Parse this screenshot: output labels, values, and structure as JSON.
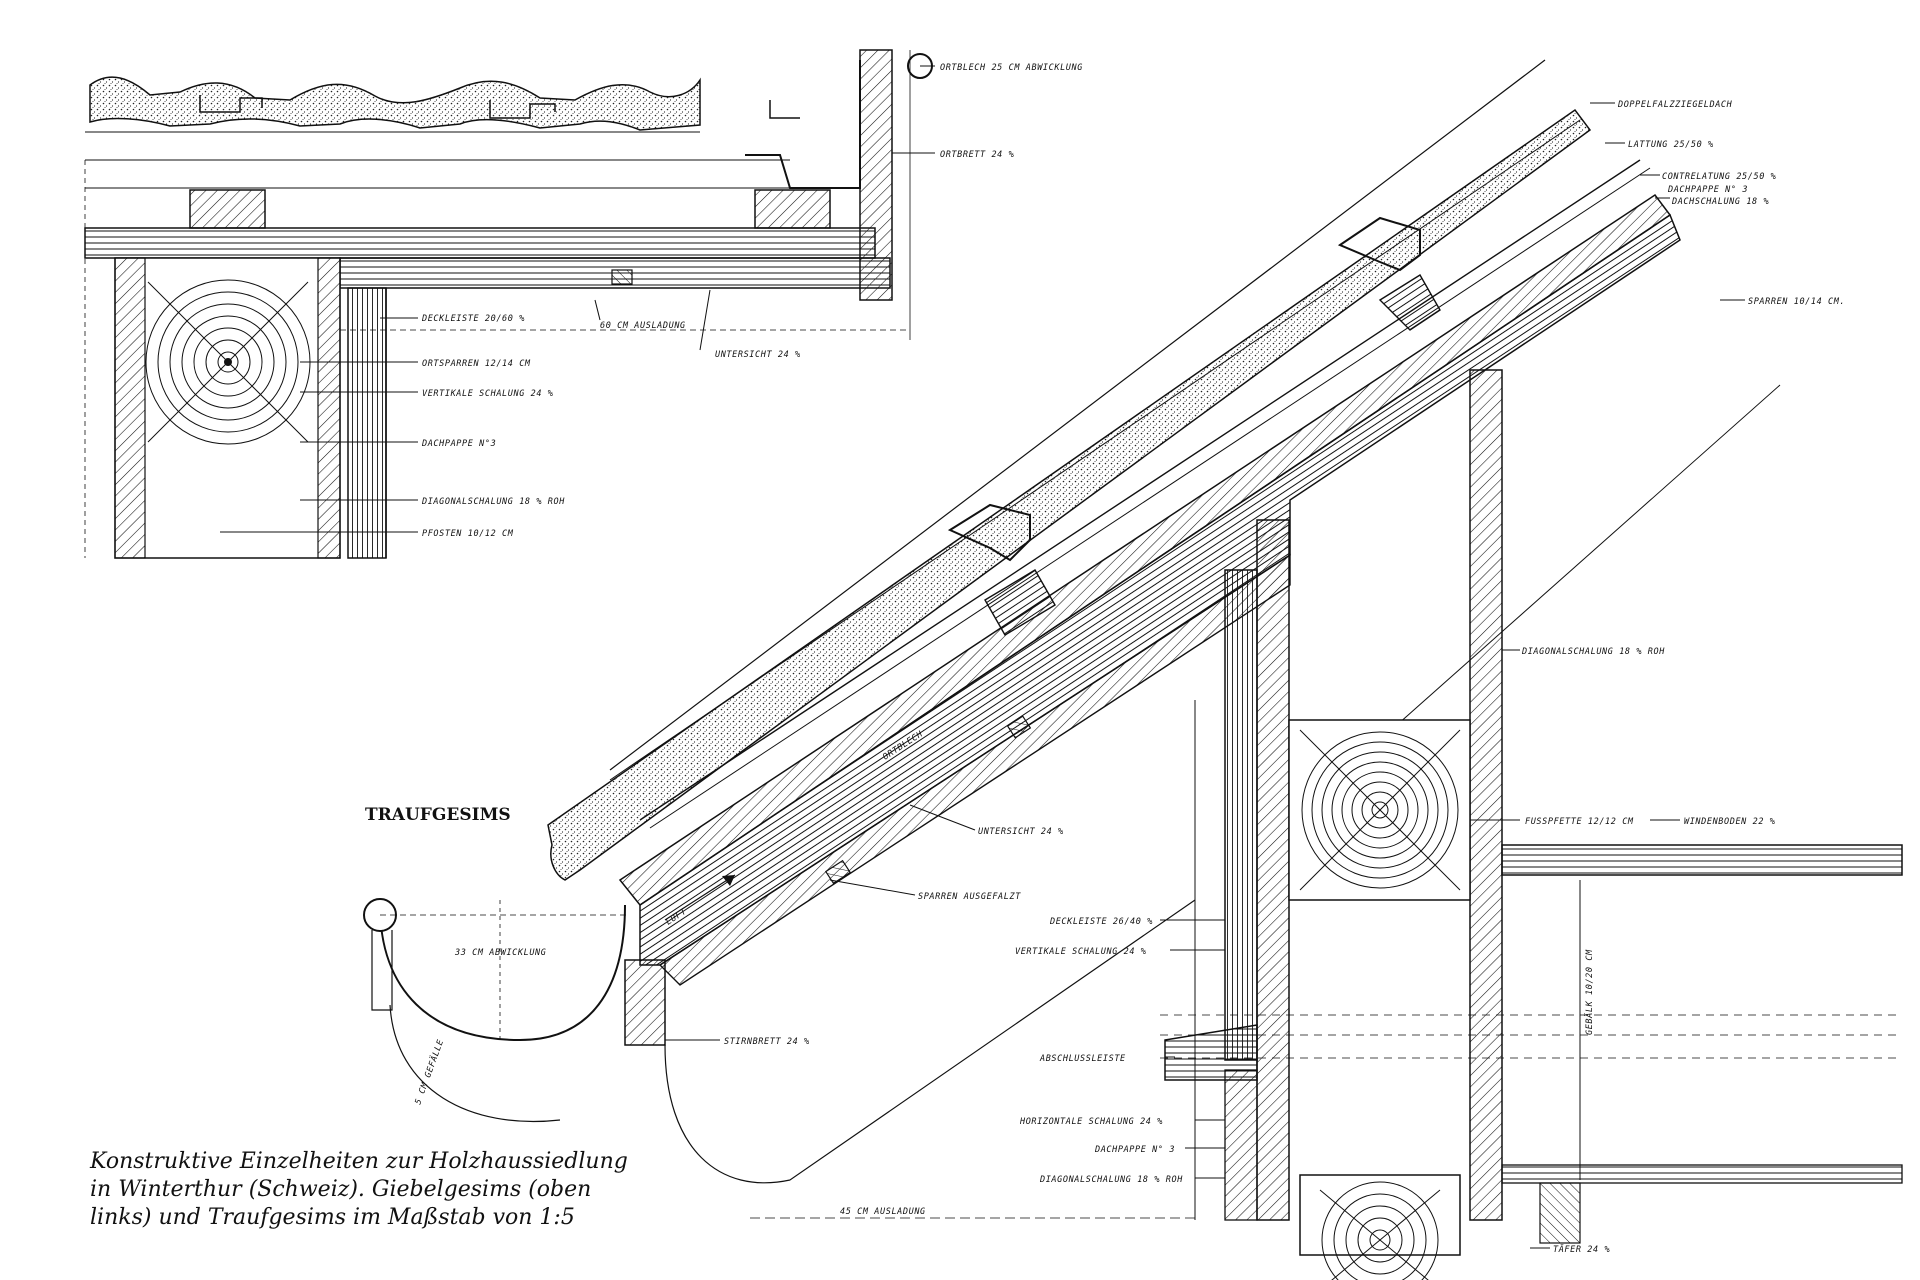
{
  "gable_labels": {
    "ortblech": "ORTBLECH 25 CM ABWICKLUNG",
    "ortbrett": "ORTBRETT 24 %",
    "deckleiste": "DECKLEISTE 20/60 %",
    "ausladung": "60 CM AUSLADUNG",
    "untersicht": "UNTERSICHT 24 %",
    "ortsparren": "ORTSPARREN 12/14 CM",
    "vertikale": "VERTIKALE SCHALUNG 24 %",
    "dachpappe": "DACHPAPPE N°3",
    "diagonal": "DIAGONALSCHALUNG 18 % ROH",
    "pfosten": "PFOSTEN 10/12 CM"
  },
  "eave_labels": {
    "doppelfalz": "DOPPELFALZZIEGELDACH",
    "lattung": "LATTUNG 25/50 %",
    "contralattung": "CONTRELATUNG 25/50 %",
    "dachpappe": "DACHPAPPE N° 3",
    "dachschalung": "DACHSCHALUNG 18 %",
    "sparren": "SPARREN 10/14 CM.",
    "diagonal": "DIAGONALSCHALUNG 18 % ROH",
    "ortblech": "ORTBLECH",
    "luft": "LUFT",
    "abwicklung": "33 CM ABWICKLUNG",
    "untersicht": "UNTERSICHT 24 %",
    "sparren_ausgef": "SPARREN AUSGEFALZT",
    "stirnbrett": "STIRNBRETT 24 %",
    "gefaelle": "5 CM GEFÄLLE",
    "fusspfette": "FUSSPFETTE 12/12 CM",
    "windenboden": "WINDENBODEN 22 %",
    "deckleiste": "DECKLEISTE 26/40 %",
    "vertikale": "VERTIKALE SCHALUNG 24 %",
    "gebalk": "GEBÄLK 10/20 CM",
    "abschluss": "ABSCHLUSSLEISTE",
    "horizontale": "HORIZONTALE SCHALUNG 24 %",
    "dachpappe3": "DACHPAPPE N° 3",
    "diagonal2": "DIAGONALSCHALUNG 18 % ROH",
    "ausladung": "45 CM AUSLADUNG",
    "taefer": "TÄFER 24 %"
  },
  "title": "TRAUFGESIMS",
  "caption": [
    "Konstruktive Einzelheiten zur Holzhaussiedlung",
    "in Winterthur (Schweiz). Giebelgesims (oben",
    "links) und Traufgesims im Maßstab von 1:5"
  ]
}
